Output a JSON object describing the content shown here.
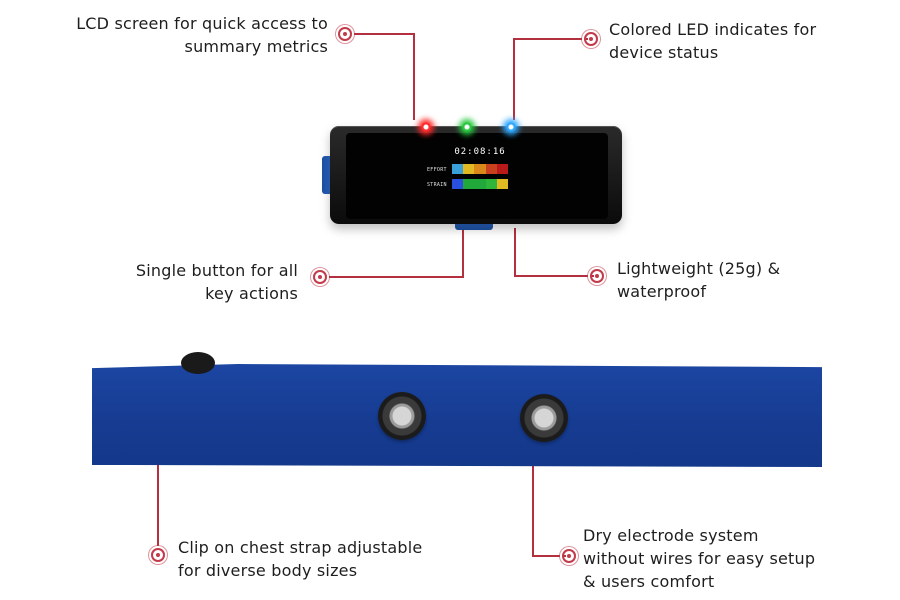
{
  "device": {
    "screen_time": "02:08:16",
    "effort_label": "EFFORT",
    "strain_label": "STRAIN",
    "effort_colors": [
      "#3aa0d8",
      "#e0b923",
      "#d9891c",
      "#c9401e",
      "#b81a1a"
    ],
    "strain_colors": [
      "#2a50e0",
      "#22a83a",
      "#22a83a",
      "#2fb53a",
      "#e0b923"
    ],
    "led_colors": [
      "#ff2a2a",
      "#28c840",
      "#2ea7ff"
    ]
  },
  "callouts": {
    "lcd": {
      "line1": "LCD screen for quick access to",
      "line2": "summary metrics"
    },
    "led": {
      "line1": "Colored LED indicates for",
      "line2": "device status"
    },
    "button": {
      "line1": "Single button for all",
      "line2": "key actions"
    },
    "lightweight": {
      "line1": "Lightweight (25g) &",
      "line2": "waterproof"
    },
    "clip": {
      "line1": "Clip on chest strap adjustable",
      "line2": "for diverse body sizes"
    },
    "electrode": {
      "line1": "Dry electrode system",
      "line2": "without wires for easy setup",
      "line3": "& users comfort"
    }
  },
  "colors": {
    "accent": "#c33b4a",
    "strap": "#1a44a0"
  }
}
